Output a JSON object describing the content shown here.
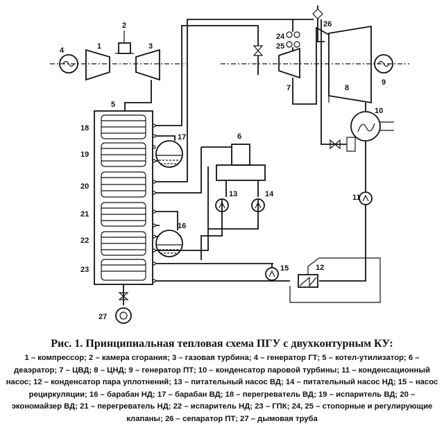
{
  "diagram": {
    "labels": {
      "n1": "1",
      "n2": "2",
      "n3": "3",
      "n4": "4",
      "n5": "5",
      "n6": "6",
      "n7": "7",
      "n8": "8",
      "n9": "9",
      "n10": "10",
      "n11": "11",
      "n12": "12",
      "n13": "13",
      "n14": "14",
      "n15": "15",
      "n16": "16",
      "n17": "17",
      "n18": "18",
      "n19": "19",
      "n20": "20",
      "n21": "21",
      "n22": "22",
      "n23": "23",
      "n24": "24",
      "n25": "25",
      "n26": "26",
      "n27": "27"
    }
  },
  "caption": {
    "title": "Рис. 1. Принципиальная тепловая схема ПГУ с двухконтурным КУ:",
    "legend": "1 – компрессор; 2 – камера сгорания; 3 – газовая турбина; 4 – генератор ГТ; 5 – котел-утилизатор; 6 – деаэратор; 7 – ЦВД; 8 – ЦНД; 9 – генератор ПТ; 10 – конденсатор паровой турбины; 11 – конденсационный насос; 12 – конденсатор пара уплотнений; 13 – питательный насос ВД; 14 – питательный насос НД; 15 – насос рециркуляции; 16 – барабан НД; 17 – барабан ВД; 18 – перегреватель ВД; 19 – испаритель ВД; 20 – экономайзер ВД; 21 – перегреватель НД; 22 – испаритель НД; 23 – ГПК; 24, 25 – стопорные и регулирующие клапаны; 26 – сепаратор ПТ; 27 – дымовая труба"
  }
}
